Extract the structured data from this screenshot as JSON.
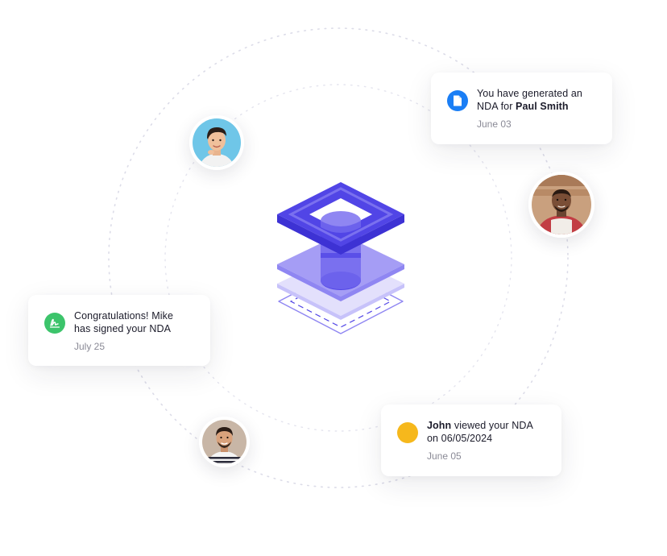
{
  "notifications": [
    {
      "id": "nda-generated",
      "icon": "document-icon",
      "icon_color": "#1a7ef5",
      "text_before": "You have generated an NDA for ",
      "name": "Paul Smith",
      "text_after": "",
      "date": "June 03"
    },
    {
      "id": "nda-signed",
      "icon": "signature-icon",
      "icon_color": "#3cc46b",
      "text_before": "Congratulations! Mike has signed your NDA",
      "name": "",
      "text_after": "",
      "date": "July 25"
    },
    {
      "id": "nda-viewed",
      "icon": "dot-icon",
      "icon_color": "#f6b81c",
      "text_before": "",
      "name": "John",
      "text_after": " viewed your NDA on 06/05/2024",
      "date": "June 05"
    }
  ],
  "colors": {
    "brand_primary": "#5145e6",
    "brand_light": "#8f86f2",
    "brand_pale": "#c7c2fa",
    "orbit_dots": "#d9d9e6"
  },
  "avatars": [
    {
      "name": "avatar-man-blue-background"
    },
    {
      "name": "avatar-man-apron"
    },
    {
      "name": "avatar-man-striped-shirt"
    }
  ]
}
